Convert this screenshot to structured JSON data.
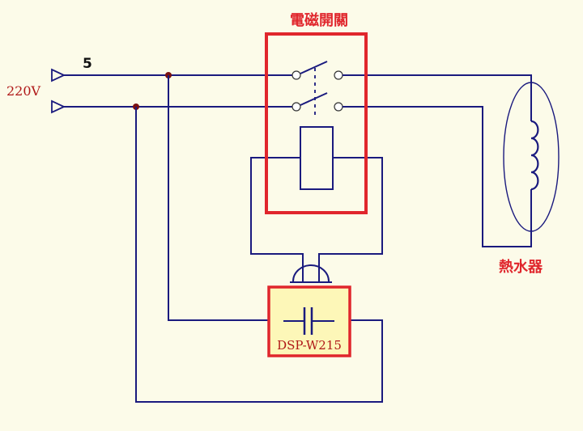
{
  "labels": {
    "relay_title": "電磁開關",
    "voltage": "220V",
    "wire_number": "5",
    "heater": "熱水器",
    "module": "DSP-W215"
  },
  "colors": {
    "background": "#fcfbe9",
    "wire": "#1a1a7e",
    "relay_box": "#e0262c",
    "module_fill": "#fdf7b8",
    "text_red": "#e0262c",
    "node": "#7a1010"
  }
}
